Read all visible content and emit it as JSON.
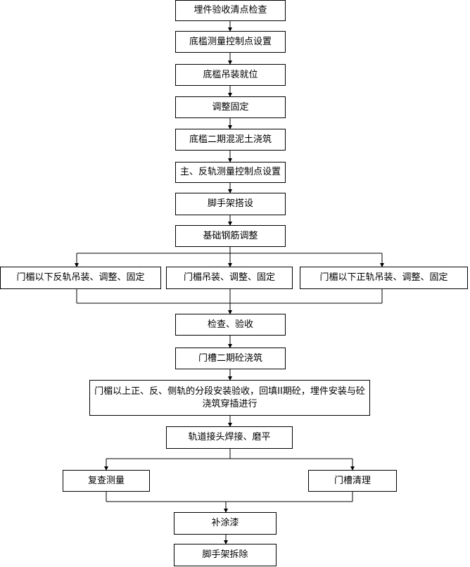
{
  "steps": [
    "埋件验收清点检查",
    "底槛测量控制点设置",
    "底槛吊装就位",
    "调整固定",
    "底槛二期混泥土浇筑",
    "主、反轨测量控制点设置",
    "脚手架搭设",
    "基础钢筋调整",
    "门楣以下反轨吊装、调整、固定",
    "门楣吊装、调整、固定",
    "门楣以下正轨吊装、调整、固定",
    "检查、验收",
    "门槽二期砼浇筑",
    "门楣以上正、反、侧轨的分段安装验收，回填II期砼，埋件安装与砼浇筑穿插进行",
    "轨道接头焊接、磨平",
    "复查测量",
    "门槽清理",
    "补涂漆",
    "脚手架拆除"
  ]
}
